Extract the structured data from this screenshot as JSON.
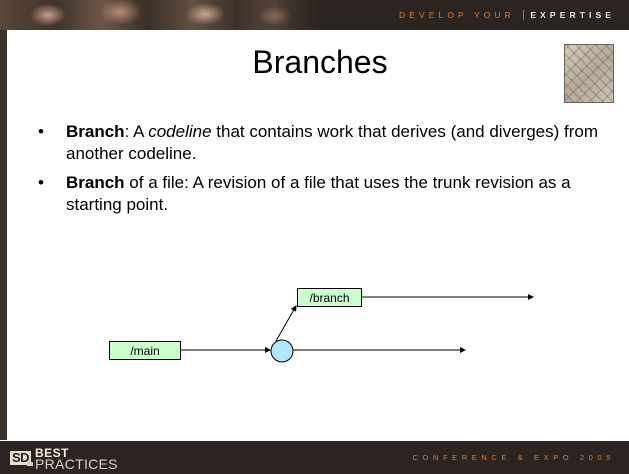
{
  "header": {
    "tagline_part1": "DEVELOP YOUR",
    "tagline_part2": "EXPERTISE"
  },
  "title": "Branches",
  "bullets": [
    {
      "term": "Branch",
      "sep": ": A ",
      "em": "codeline",
      "rest": " that contains work that derives (and diverges) from another codeline."
    },
    {
      "term": "Branch",
      "rest": " of a file: A revision of a file that uses the trunk revision as a starting point."
    }
  ],
  "diagram": {
    "main_label": "/main",
    "branch_label": "/branch"
  },
  "footer": {
    "logo_sd": "SD",
    "logo_best": "BEST",
    "logo_practices": "PRACTICES",
    "conference": "CONFERENCE & EXPO 2005"
  },
  "colors": {
    "banner": "#2b2420",
    "accent": "#e07a2a",
    "label_box": "#ccffcc",
    "node": "#b3e6ff"
  },
  "icons": {
    "title_image": "abstract-texture-image",
    "bullet": "bullet-dot"
  }
}
